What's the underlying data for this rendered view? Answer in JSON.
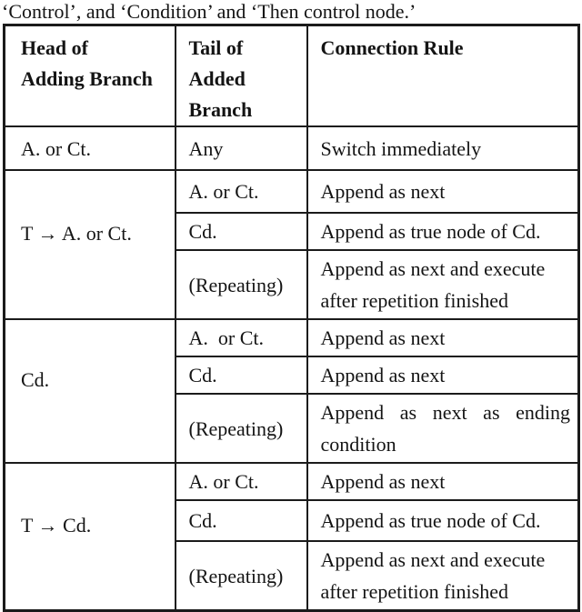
{
  "caption": "‘Control’, and ‘Condition’ and ‘Then control node.’",
  "table": {
    "headers": [
      {
        "label": "Head of Adding Branch",
        "lines": [
          "Head of",
          "Adding Branch"
        ]
      },
      {
        "label": "Tail of Added Branch",
        "lines": [
          "Tail of",
          "Added",
          "Branch"
        ]
      },
      {
        "label": "Connection Rule",
        "lines": [
          "Connection Rule"
        ]
      }
    ],
    "first_row": {
      "head": "A. or Ct.",
      "tail": "Any",
      "rule": "Switch immediately"
    },
    "groups": [
      {
        "head": "T → A. or Ct.",
        "rows": [
          {
            "tail": "A. or Ct.",
            "rule": "Append as next"
          },
          {
            "tail": "Cd.",
            "rule": "Append as true node of Cd."
          },
          {
            "tail": "(Repeating)",
            "rule": "Append as next and execute after repetition finished"
          }
        ]
      },
      {
        "head": "Cd.",
        "rows": [
          {
            "tail": "A.  or Ct.",
            "rule": "Append as next"
          },
          {
            "tail": "Cd.",
            "rule": "Append as next"
          },
          {
            "tail": "(Repeating)",
            "rule": "Append as next as ending condition"
          }
        ]
      },
      {
        "head": "T → Cd.",
        "rows": [
          {
            "tail": "A. or Ct.",
            "rule": "Append as next"
          },
          {
            "tail": "Cd.",
            "rule": "Append as true node of Cd."
          },
          {
            "tail": "(Repeating)",
            "rule": "Append as next and execute after repetition finished"
          }
        ]
      }
    ]
  },
  "colors": {
    "background": "#ffffff",
    "text": "#141414",
    "border": "#1b1b1b"
  }
}
